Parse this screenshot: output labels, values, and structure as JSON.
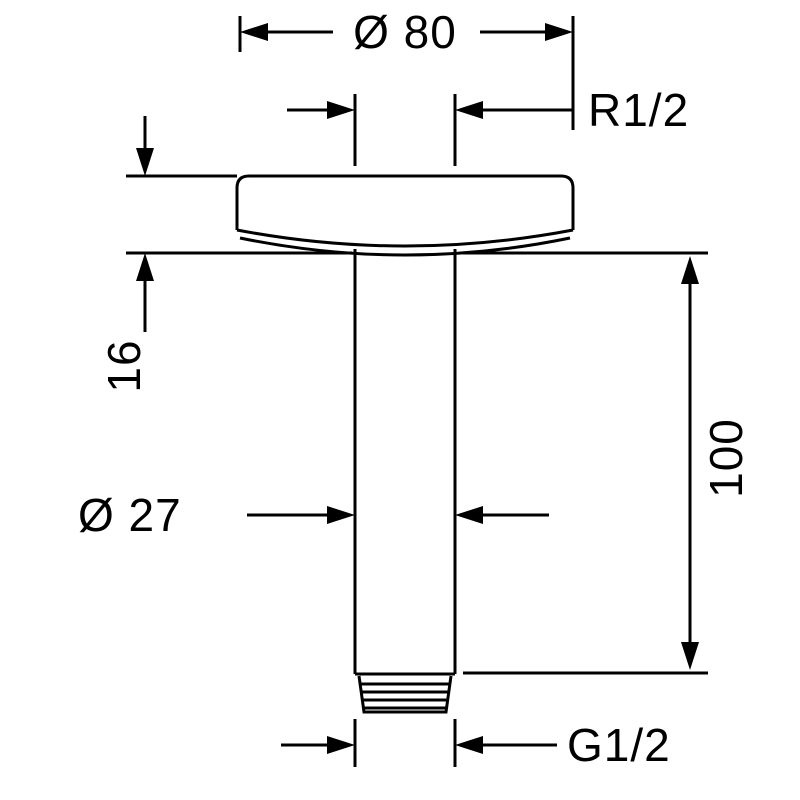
{
  "drawing": {
    "description": "Technical dimension drawing of a ceiling-mount shower arm connector (flange with vertical pipe and threaded end)",
    "colors": {
      "line": "#000000",
      "background": "#ffffff"
    },
    "dimensions": {
      "top_diameter": "Ø 80",
      "top_thread": "R1/2",
      "flange_height": "16",
      "pipe_diameter": "Ø 27",
      "pipe_length": "100",
      "bottom_thread": "G1/2"
    }
  }
}
